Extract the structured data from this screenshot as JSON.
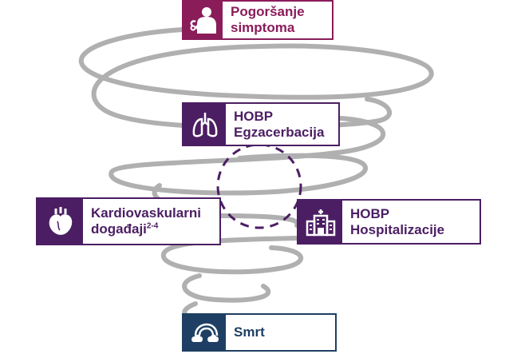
{
  "colors": {
    "maroon": "#8a1c5a",
    "purple": "#4b1e63",
    "navy": "#1e3f63",
    "spiral": "#b0b0b0",
    "dashed_circle": "#4b1e63"
  },
  "boxes": {
    "symptoms": {
      "line1": "Pogoršanje",
      "line2": "simptoma",
      "icon": "person-coughing-icon"
    },
    "exacerbation": {
      "line1": "HOBP",
      "line2": "Egzacerbacija",
      "icon": "lungs-icon"
    },
    "cardio": {
      "line1": "Kardiovaskularni",
      "line2": "događaji",
      "sup": "2-4",
      "icon": "heart-icon"
    },
    "hospital": {
      "line1": "HOBP",
      "line2": "Hospitalizacije",
      "icon": "hospital-icon"
    },
    "death": {
      "line1": "Smrt",
      "icon": "rainbow-cloud-icon"
    }
  }
}
